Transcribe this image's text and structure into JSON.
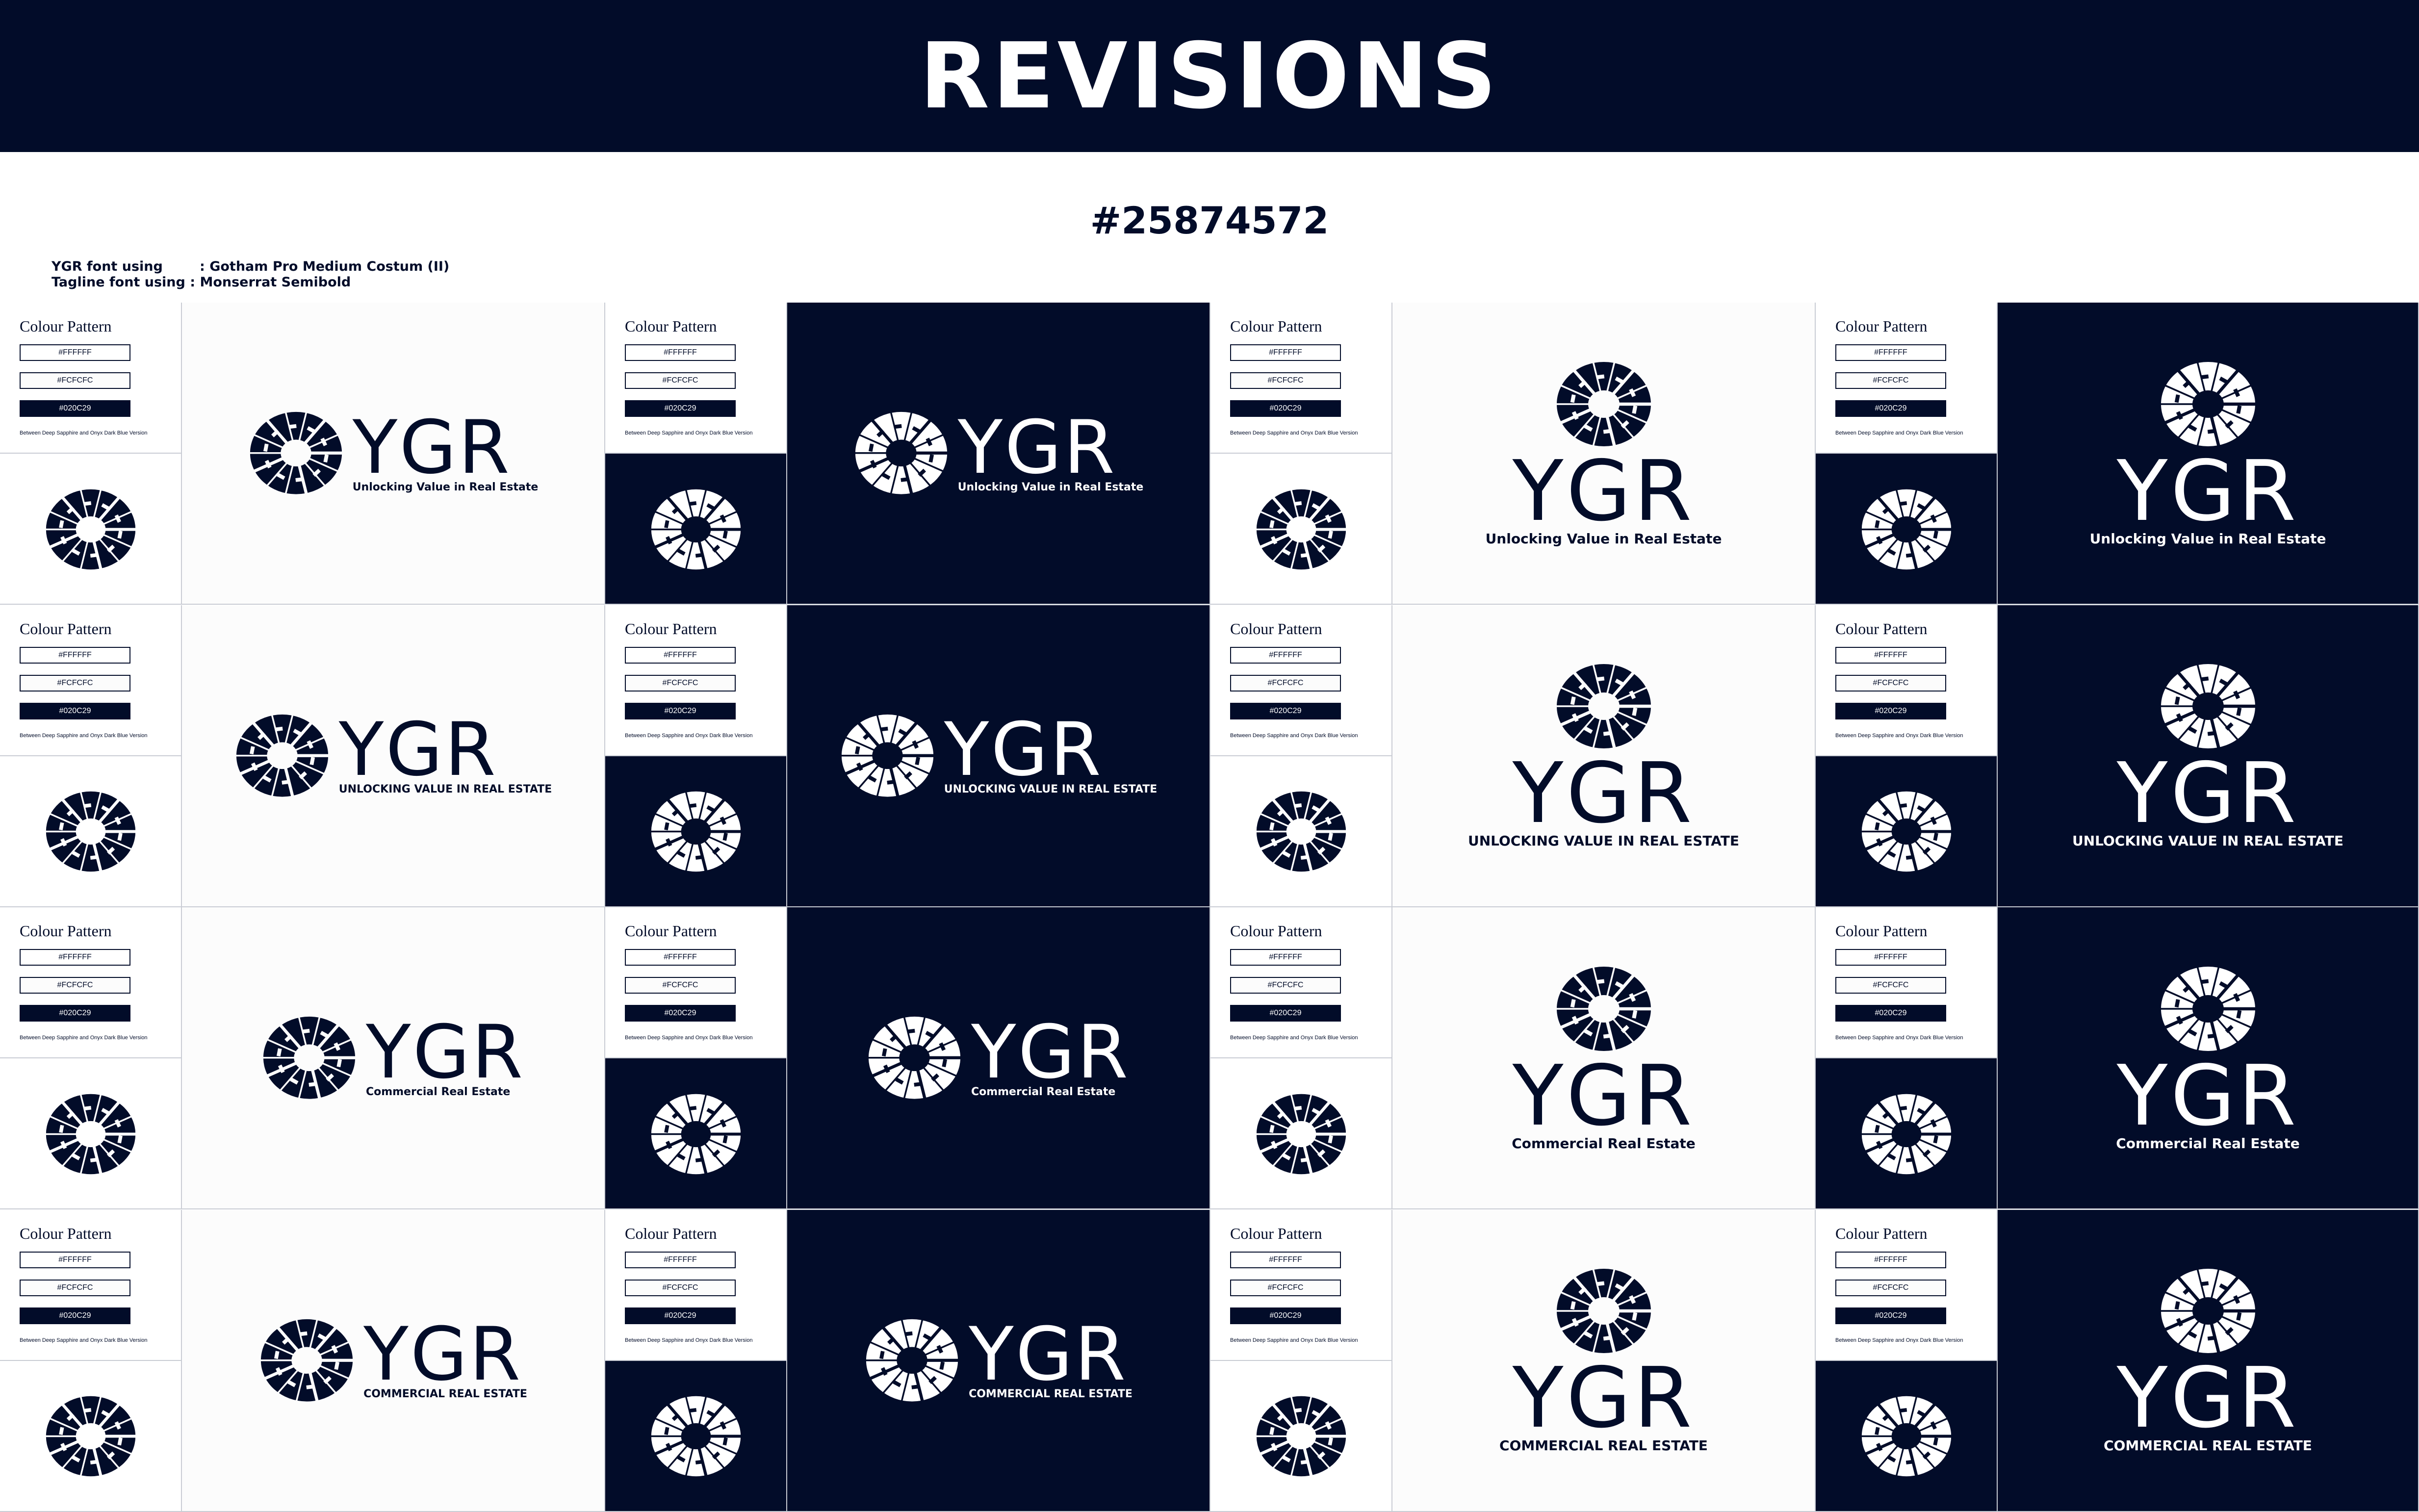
{
  "header": {
    "title": "REVISIONS"
  },
  "reference": "#25874572",
  "fonts": {
    "line1": "YGR font using        : Gotham Pro Medium Costum (II)",
    "line2": "Tagline font using : Monserrat Semibold"
  },
  "palette": {
    "title": "Colour Pattern",
    "swatches": [
      "#FFFFFF",
      "#FCFCFC",
      "#020C29"
    ],
    "note": "Between Deep Sapphire and Onyx Dark Blue Version"
  },
  "brand": "YGR",
  "taglines": [
    "Unlocking Value in Real Estate",
    "UNLOCKING VALUE IN REAL ESTATE",
    "Commercial  Real  Estate",
    "COMMERCIAL REAL ESTATE"
  ],
  "colors": {
    "navy": "#020C29",
    "white": "#FFFFFF",
    "offwhite": "#FCFCFC"
  }
}
